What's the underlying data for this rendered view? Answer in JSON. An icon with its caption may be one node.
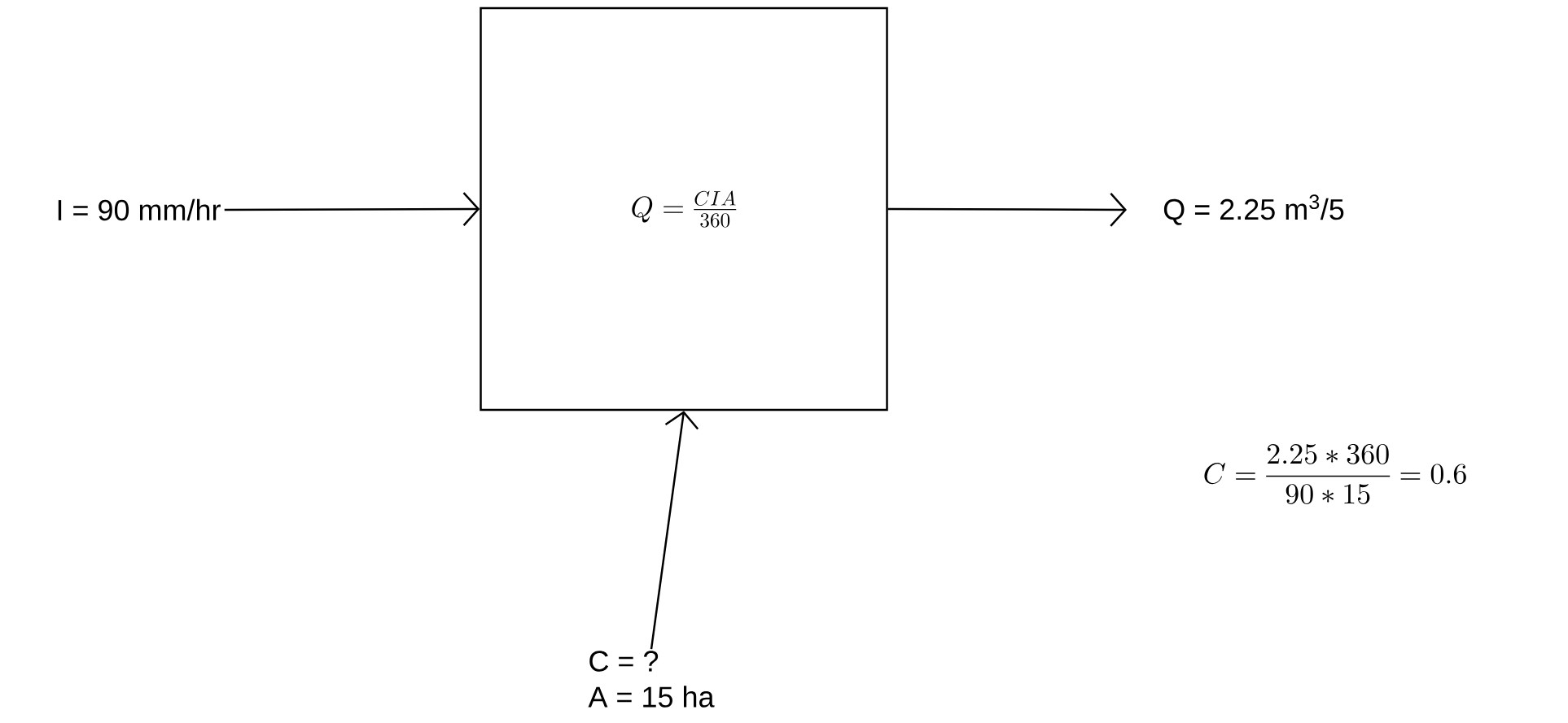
{
  "diagram": {
    "nodes": [
      {
        "text": [
          "I = 90 mm/hr"
        ]
      },
      {
        "text": [
          "Q = \\frac{CIA}{360}"
        ]
      },
      {
        "text": [
          "Q = 2.25 m$^{3}$/5"
        ]
      },
      {
        "text": [
          "C = ?",
          "A = 15 ha"
        ]
      }
    ],
    "edges": [
      {
        "from": 0,
        "to": 1,
        "arrow": "to"
      },
      {
        "from": 1,
        "to": 2,
        "arrow": "to"
      },
      {
        "from": 3,
        "to": 1,
        "arrow": "to"
      }
    ],
    "labels": [
      "C = \\frac{2.25 * 360}{90 * 15} = 0.6"
    ]
  }
}
